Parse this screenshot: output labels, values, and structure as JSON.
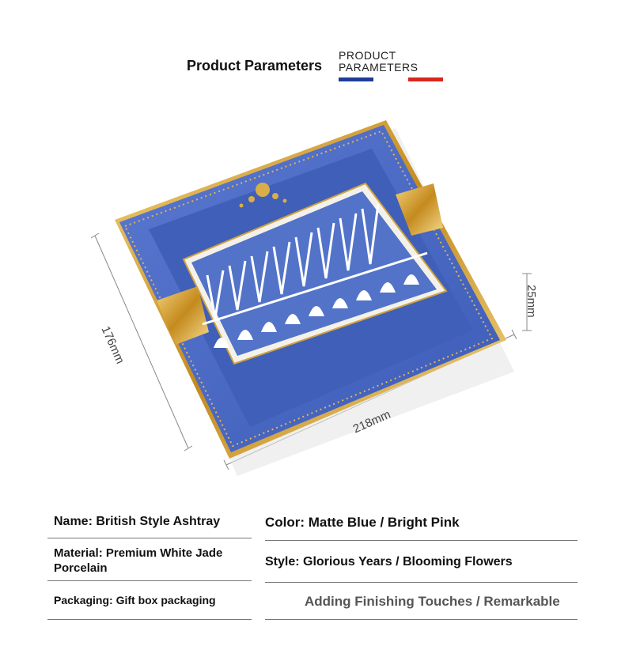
{
  "header": {
    "title": "Product Parameters",
    "title_en_line1": "PRODUCT",
    "title_en_line2": "PARAMETERS",
    "accent_blue": "#1f3c99",
    "accent_red": "#d9261c"
  },
  "product_image": {
    "icon": "ashtray-illustration",
    "dimensions": {
      "length": "218mm",
      "width": "176mm",
      "height": "25mm"
    },
    "colors": {
      "tray_blue": "#4c6cc4",
      "gold": "#d8a531"
    }
  },
  "params": {
    "name": "Name: British Style Ashtray",
    "material_line1": "Material: Premium White Jade",
    "material_line2": "Porcelain",
    "packaging": "Packaging: Gift box packaging",
    "color": "Color: Matte Blue / Bright Pink",
    "style": "Style: Glorious Years / Blooming Flowers",
    "tagline": "Adding Finishing Touches / Remarkable"
  }
}
